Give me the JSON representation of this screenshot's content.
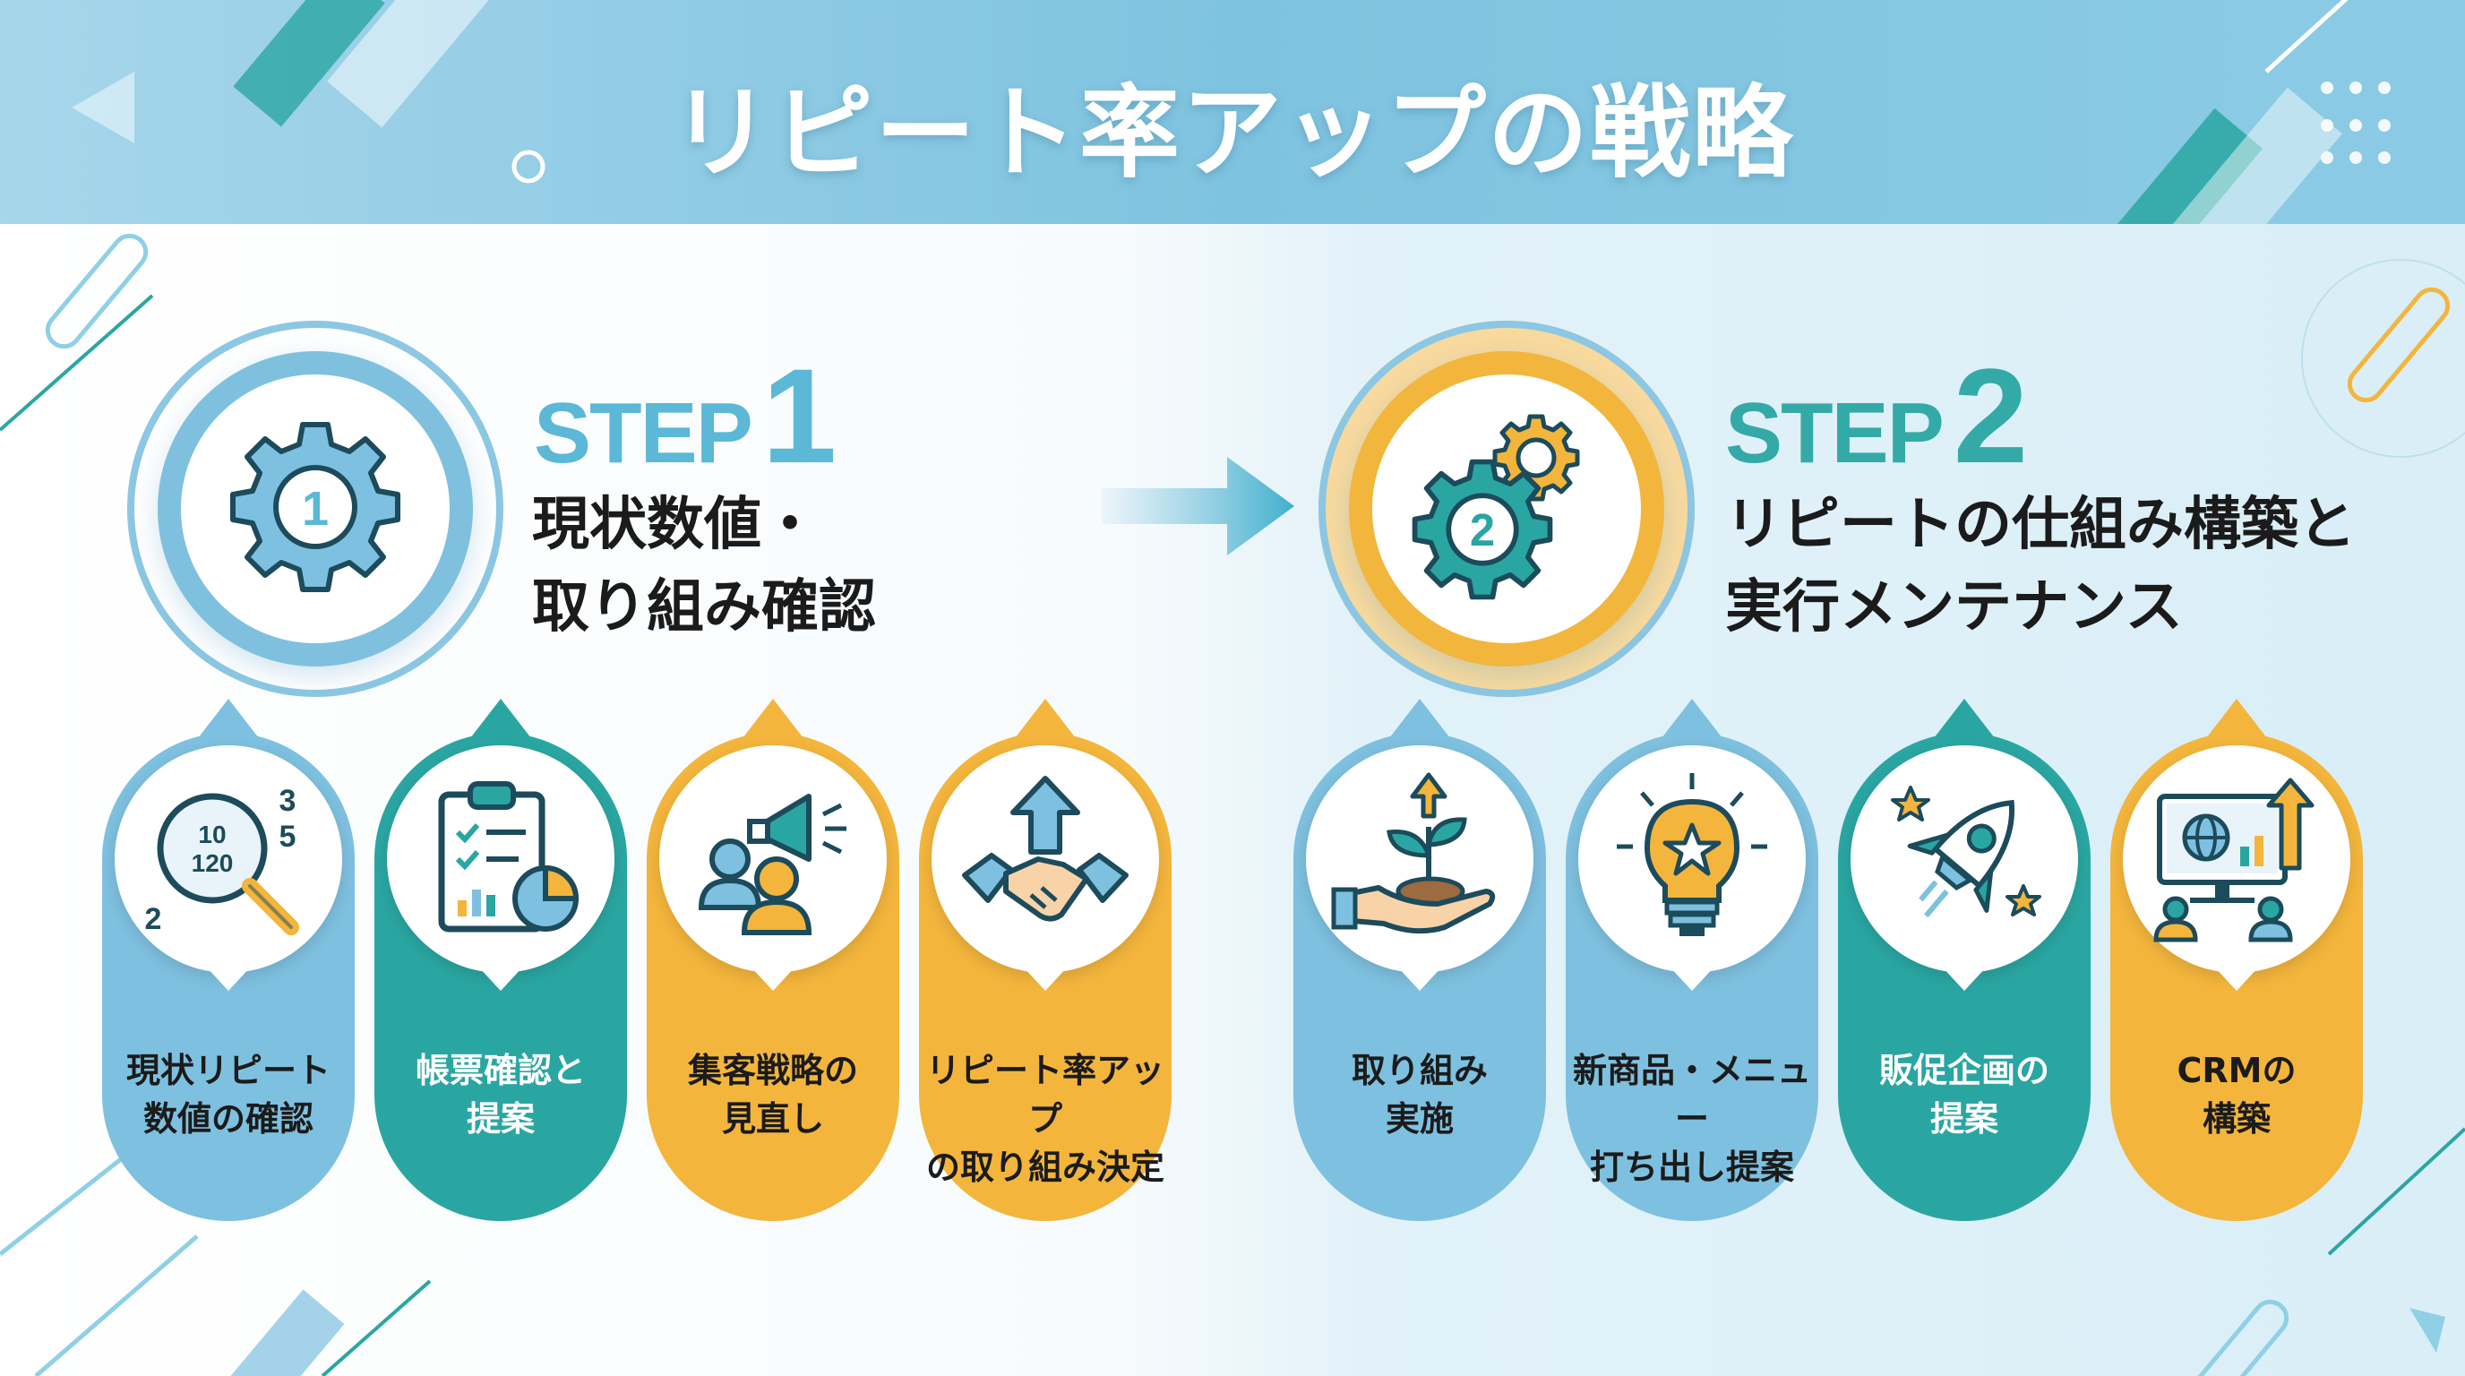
{
  "title": "リピート率アップの戦略",
  "colors": {
    "blue": "#7ec0df",
    "teal": "#2aa6a2",
    "gold": "#f3b53c",
    "header": "#7ec3e0"
  },
  "steps": [
    {
      "word": "STEP",
      "number": "1",
      "line1": "現状数値・",
      "line2": "取り組み確認",
      "icon": "gear-icon",
      "badge": "1",
      "cards": [
        {
          "line1": "現状リピート",
          "line2": "数値の確認",
          "color": "blue",
          "icon": "magnifier-numbers-icon",
          "numbers": [
            "10",
            "120",
            "3",
            "5",
            "2"
          ]
        },
        {
          "line1": "帳票確認と",
          "line2": "提案",
          "color": "teal",
          "icon": "clipboard-chart-icon"
        },
        {
          "line1": "集客戦略の",
          "line2": "見直し",
          "color": "gold",
          "icon": "megaphone-people-icon"
        },
        {
          "line1": "リピート率アップ",
          "line2": "の取り組み決定",
          "color": "gold",
          "icon": "handshake-arrow-icon"
        }
      ]
    },
    {
      "word": "STEP",
      "number": "2",
      "line1": "リピートの仕組み構築と",
      "line2": "実行メンテナンス",
      "icon": "double-gear-icon",
      "badge": "2",
      "cards": [
        {
          "line1": "取り組み",
          "line2": "実施",
          "color": "blue",
          "icon": "hand-sprout-icon"
        },
        {
          "line1": "新商品・メニュー",
          "line2": "打ち出し提案",
          "color": "blue",
          "icon": "lightbulb-star-icon"
        },
        {
          "line1": "販促企画の",
          "line2": "提案",
          "color": "teal",
          "icon": "rocket-icon"
        },
        {
          "line1": "CRMの",
          "line2": "構築",
          "color": "gold",
          "icon": "crm-monitor-icon"
        }
      ]
    }
  ]
}
